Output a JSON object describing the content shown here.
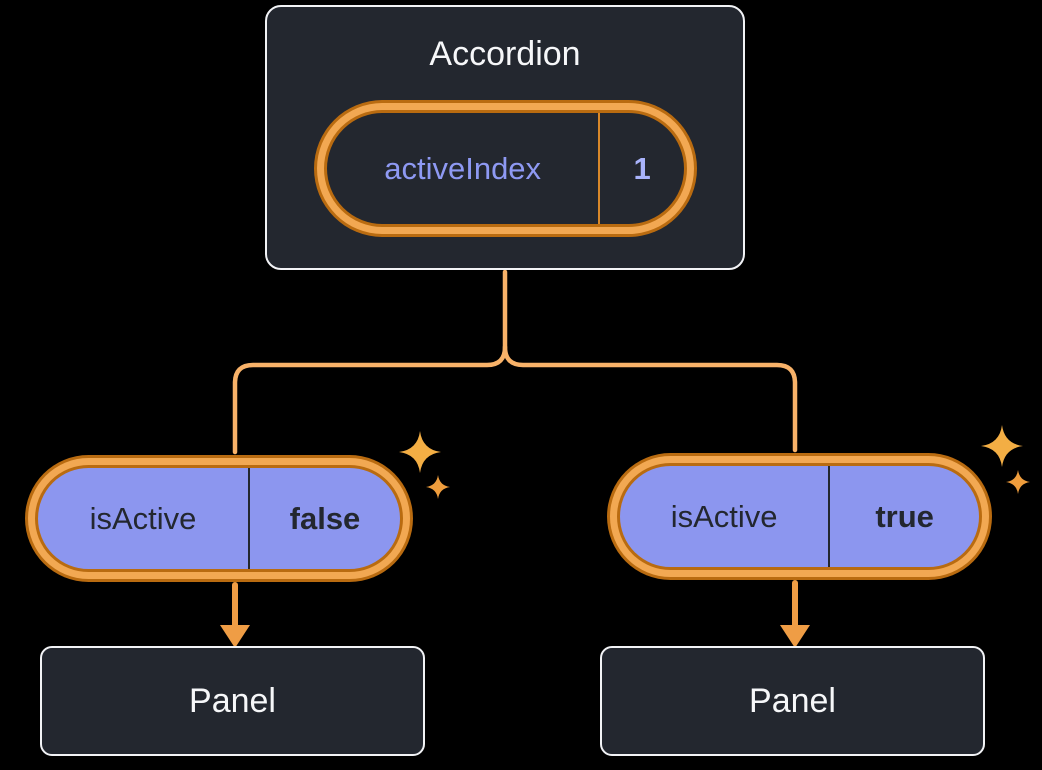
{
  "colors": {
    "bg": "#000000",
    "boxFill": "#23272f",
    "boxBorder": "#f2f3f6",
    "textLight": "#f6f7f9",
    "purpleFill": "#8c96ef",
    "purpleLabel": "#8e99f3",
    "valueLight": "#a9b3fb",
    "darkText": "#23272f",
    "ringLight": "#f2a852",
    "ringDark": "#b96b10",
    "dividerOrange": "#d8882a",
    "line": "#f8b269",
    "arrow": "#ef9d45",
    "sparkleBig": "#f3ae44",
    "sparkleSmall": "#ef9d3d"
  },
  "accordion": {
    "title": "Accordion",
    "state_key": "activeIndex",
    "state_value": "1"
  },
  "left_child": {
    "prop_key": "isActive",
    "prop_value": "false",
    "panel_label": "Panel"
  },
  "right_child": {
    "prop_key": "isActive",
    "prop_value": "true",
    "panel_label": "Panel"
  }
}
